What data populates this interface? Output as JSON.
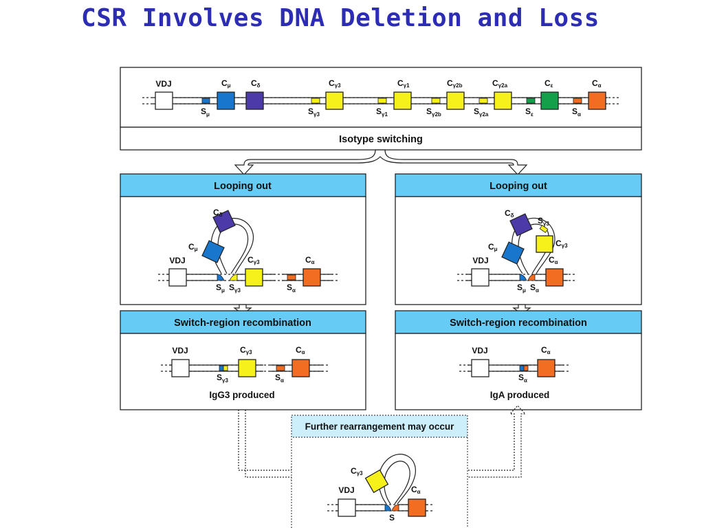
{
  "slide": {
    "title": "CSR Involves DNA Deletion and Loss"
  },
  "colors": {
    "title": "#2d2db3",
    "header_bg": "#66ccf5",
    "further_bg": "#cdeefb",
    "mu": "#1877cc",
    "delta": "#4b3aa8",
    "gamma": "#f6f01b",
    "epsilon": "#14a04a",
    "alpha": "#f26c22",
    "vdj": "#ffffff"
  },
  "locus": {
    "vdj": "VDJ",
    "constant": [
      {
        "base": "C",
        "sub": "μ"
      },
      {
        "base": "C",
        "sub": "δ"
      },
      {
        "base": "C",
        "sub": "γ3"
      },
      {
        "base": "C",
        "sub": "γ1"
      },
      {
        "base": "C",
        "sub": "γ2b"
      },
      {
        "base": "C",
        "sub": "γ2a"
      },
      {
        "base": "C",
        "sub": "ε"
      },
      {
        "base": "C",
        "sub": "α"
      }
    ],
    "switch": [
      {
        "base": "S",
        "sub": "μ"
      },
      {
        "base": "S",
        "sub": "γ3"
      },
      {
        "base": "S",
        "sub": "γ1"
      },
      {
        "base": "S",
        "sub": "γ2b"
      },
      {
        "base": "S",
        "sub": "γ2a"
      },
      {
        "base": "S",
        "sub": "ε"
      },
      {
        "base": "S",
        "sub": "α"
      }
    ],
    "caption": "Isotype switching"
  },
  "left_path": {
    "looping_header": "Looping out",
    "recombination_header": "Switch-region recombination",
    "product": "IgG3 produced"
  },
  "right_path": {
    "looping_header": "Looping out",
    "recombination_header": "Switch-region recombination",
    "product": "IgA produced"
  },
  "further": {
    "label": "Further rearrangement may occur",
    "switch_label": "S"
  }
}
